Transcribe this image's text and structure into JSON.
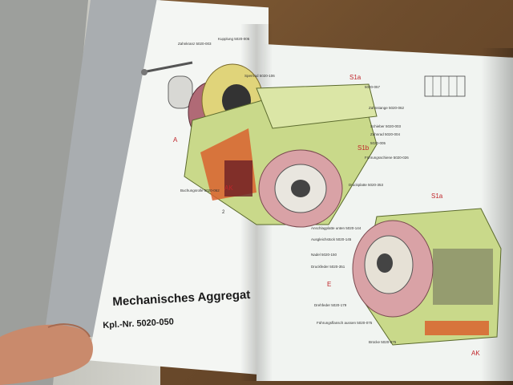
{
  "book": {
    "title": "Mechanisches Aggregat",
    "part_number": "Kpl.-Nr. 5020-050"
  },
  "callouts": {
    "top_left": [
      "Zahnkranz 5020-003",
      "Kupplung 5020-005",
      "Sperrrad 5020-106"
    ],
    "mid": [
      "Buchungsrolle 5020-062",
      "Druckplatte 5020-353"
    ],
    "right_top": [
      "5020-057",
      "Zahnstange 5020-062",
      "Schieber 5020-003",
      "Zahnrad 5020-004",
      "5020-005",
      "Führungsschiene 5020-026"
    ],
    "right_bottom": [
      "Anschlagplatte unten 5020-144",
      "Ausgleichstück 5020-145",
      "Nadel 5020-150",
      "Druckfeder 5020-351",
      "Drehfeder 5020-179",
      "Führungsflansch aussen 5020-075",
      "Brücke 5020-075"
    ]
  },
  "markers": {
    "a": "A",
    "ak": "AK",
    "s1a": "S1a",
    "s1b": "S1b",
    "e": "E",
    "two": "2"
  },
  "colors": {
    "page": "#f4f6f3",
    "body_green": "#c9d98a",
    "accent_red": "#c0252a",
    "pink": "#d9a2a6"
  }
}
